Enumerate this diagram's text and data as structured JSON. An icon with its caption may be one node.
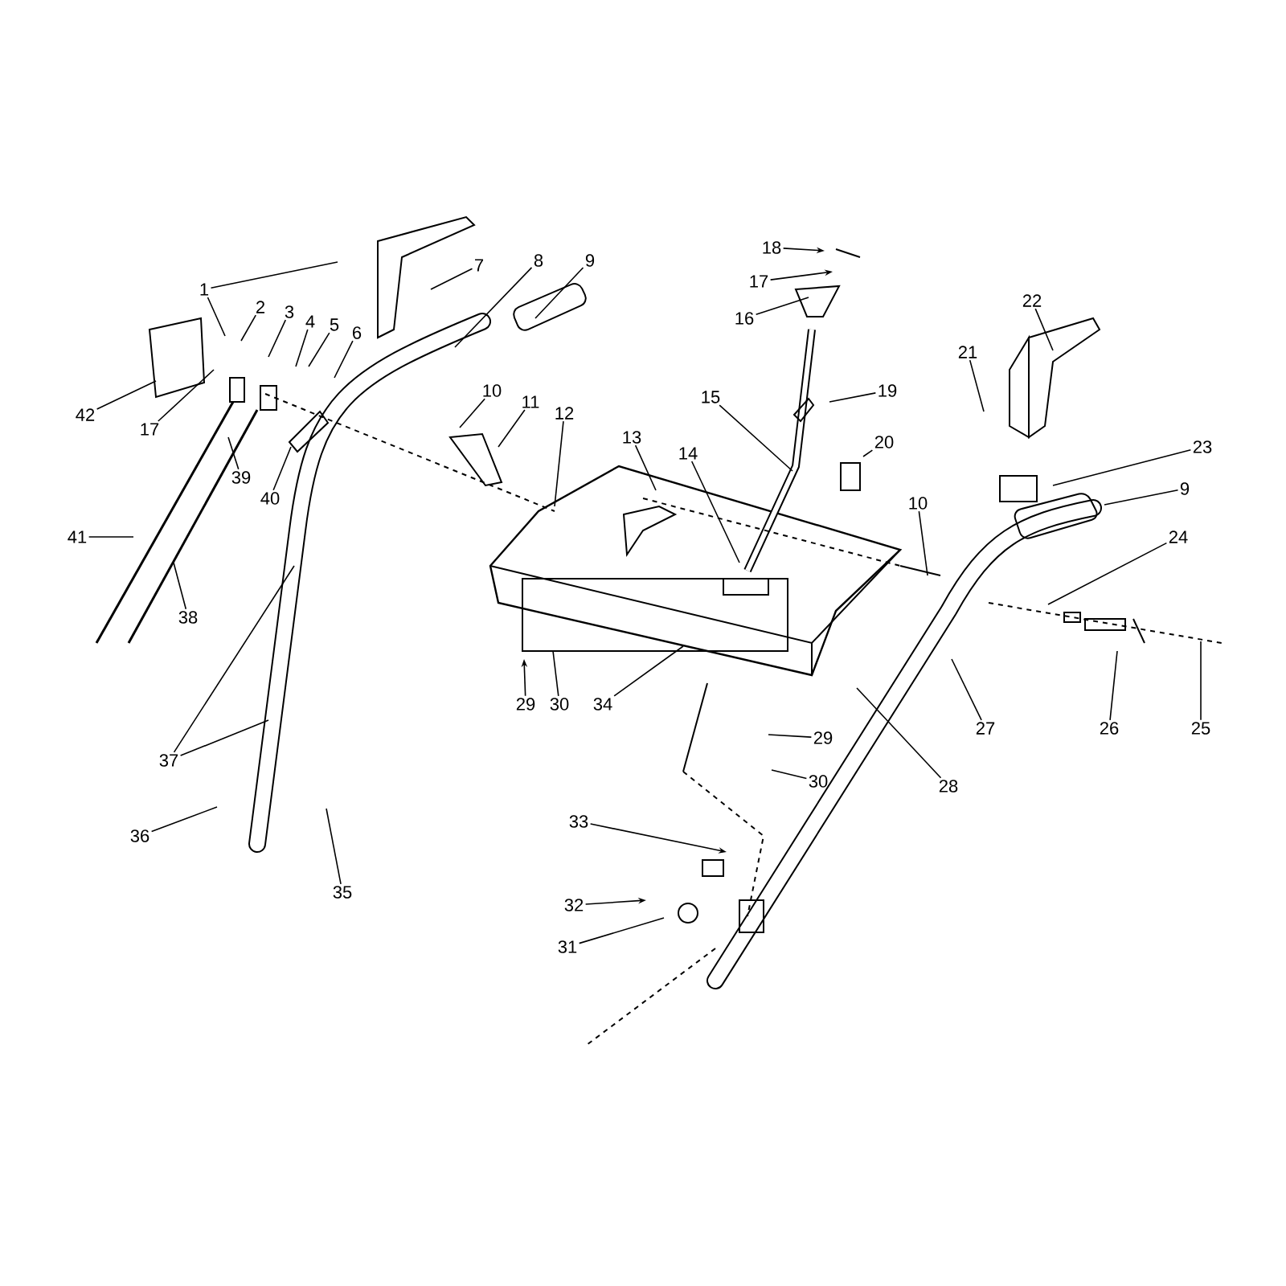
{
  "diagram": {
    "nodes": [
      {
        "text": [
          "18"
        ]
      },
      {
        "text": [
          "17"
        ]
      },
      {
        "text": [
          "1"
        ]
      },
      {
        "text": [
          "7"
        ]
      },
      {
        "text": [
          "8"
        ]
      },
      {
        "text": [
          "9"
        ]
      },
      {
        "text": [
          "22"
        ]
      },
      {
        "text": [
          "2"
        ]
      },
      {
        "text": [
          "3"
        ]
      },
      {
        "text": [
          "4"
        ]
      },
      {
        "text": [
          "5"
        ]
      },
      {
        "text": [
          "6"
        ]
      },
      {
        "text": [
          "16"
        ]
      },
      {
        "text": [
          "21"
        ]
      },
      {
        "text": [
          "19"
        ]
      },
      {
        "text": [
          "10"
        ]
      },
      {
        "text": [
          "11"
        ]
      },
      {
        "text": [
          "12"
        ]
      },
      {
        "text": [
          "42"
        ]
      },
      {
        "text": [
          "17"
        ]
      },
      {
        "text": [
          "15"
        ]
      },
      {
        "text": [
          "20"
        ]
      },
      {
        "text": [
          "13"
        ]
      },
      {
        "text": [
          "14"
        ]
      },
      {
        "text": [
          "23"
        ]
      },
      {
        "text": [
          "39"
        ]
      },
      {
        "text": [
          "40"
        ]
      },
      {
        "text": [
          "9"
        ]
      },
      {
        "text": [
          "10"
        ]
      },
      {
        "text": [
          "41"
        ]
      },
      {
        "text": [
          "24"
        ]
      },
      {
        "text": [
          "38"
        ]
      },
      {
        "text": [
          "29"
        ]
      },
      {
        "text": [
          "30"
        ]
      },
      {
        "text": [
          "34"
        ]
      },
      {
        "text": [
          "26"
        ]
      },
      {
        "text": [
          "25"
        ]
      },
      {
        "text": [
          "27"
        ]
      },
      {
        "text": [
          "29"
        ]
      },
      {
        "text": [
          "30"
        ]
      },
      {
        "text": [
          "28"
        ]
      },
      {
        "text": [
          "37"
        ]
      },
      {
        "text": [
          "33"
        ]
      },
      {
        "text": [
          "36"
        ]
      },
      {
        "text": [
          "35"
        ]
      },
      {
        "text": [
          "32"
        ]
      },
      {
        "text": [
          "31"
        ]
      }
    ],
    "edges": [
      {
        "from": 0,
        "to": null,
        "arrow": "to"
      },
      {
        "from": 1,
        "to": null,
        "arrow": "to"
      },
      {
        "from": 2,
        "to": null,
        "arrow": "none"
      },
      {
        "from": 2,
        "to": null,
        "arrow": "none"
      },
      {
        "from": 3,
        "to": null,
        "arrow": "none"
      },
      {
        "from": 4,
        "to": null,
        "arrow": "none"
      },
      {
        "from": 5,
        "to": null,
        "arrow": "none"
      },
      {
        "from": 6,
        "to": null,
        "arrow": "none"
      },
      {
        "from": 7,
        "to": null,
        "arrow": "none"
      },
      {
        "from": 8,
        "to": null,
        "arrow": "none"
      },
      {
        "from": 9,
        "to": null,
        "arrow": "none"
      },
      {
        "from": 10,
        "to": null,
        "arrow": "none"
      },
      {
        "from": 11,
        "to": null,
        "arrow": "none"
      },
      {
        "from": 12,
        "to": null,
        "arrow": "none"
      },
      {
        "from": 13,
        "to": null,
        "arrow": "none"
      },
      {
        "from": 14,
        "to": null,
        "arrow": "none"
      },
      {
        "from": 15,
        "to": null,
        "arrow": "none"
      },
      {
        "from": 16,
        "to": null,
        "arrow": "none"
      },
      {
        "from": 17,
        "to": null,
        "arrow": "none"
      },
      {
        "from": 18,
        "to": null,
        "arrow": "none"
      },
      {
        "from": 19,
        "to": null,
        "arrow": "none"
      },
      {
        "from": 20,
        "to": null,
        "arrow": "none"
      },
      {
        "from": 21,
        "to": null,
        "arrow": "none"
      },
      {
        "from": 22,
        "to": null,
        "arrow": "none"
      },
      {
        "from": 23,
        "to": null,
        "arrow": "none"
      },
      {
        "from": 24,
        "to": null,
        "arrow": "none"
      },
      {
        "from": 25,
        "to": null,
        "arrow": "none"
      },
      {
        "from": 26,
        "to": null,
        "arrow": "none"
      },
      {
        "from": 27,
        "to": null,
        "arrow": "none"
      },
      {
        "from": 28,
        "to": null,
        "arrow": "none"
      },
      {
        "from": 29,
        "to": null,
        "arrow": "none"
      },
      {
        "from": 30,
        "to": null,
        "arrow": "none"
      },
      {
        "from": 31,
        "to": null,
        "arrow": "none"
      },
      {
        "from": 32,
        "to": null,
        "arrow": "to"
      },
      {
        "from": 33,
        "to": null,
        "arrow": "none"
      },
      {
        "from": 34,
        "to": null,
        "arrow": "none"
      },
      {
        "from": 35,
        "to": null,
        "arrow": "none"
      },
      {
        "from": 36,
        "to": null,
        "arrow": "none"
      },
      {
        "from": 37,
        "to": null,
        "arrow": "none"
      },
      {
        "from": 38,
        "to": null,
        "arrow": "none"
      },
      {
        "from": 39,
        "to": null,
        "arrow": "none"
      },
      {
        "from": 40,
        "to": null,
        "arrow": "none"
      },
      {
        "from": 41,
        "to": null,
        "arrow": "none"
      },
      {
        "from": 41,
        "to": null,
        "arrow": "none"
      },
      {
        "from": 42,
        "to": null,
        "arrow": "to"
      },
      {
        "from": 43,
        "to": null,
        "arrow": "none"
      },
      {
        "from": 44,
        "to": null,
        "arrow": "none"
      },
      {
        "from": 45,
        "to": null,
        "arrow": "to"
      },
      {
        "from": 46,
        "to": null,
        "arrow": "none"
      }
    ]
  }
}
